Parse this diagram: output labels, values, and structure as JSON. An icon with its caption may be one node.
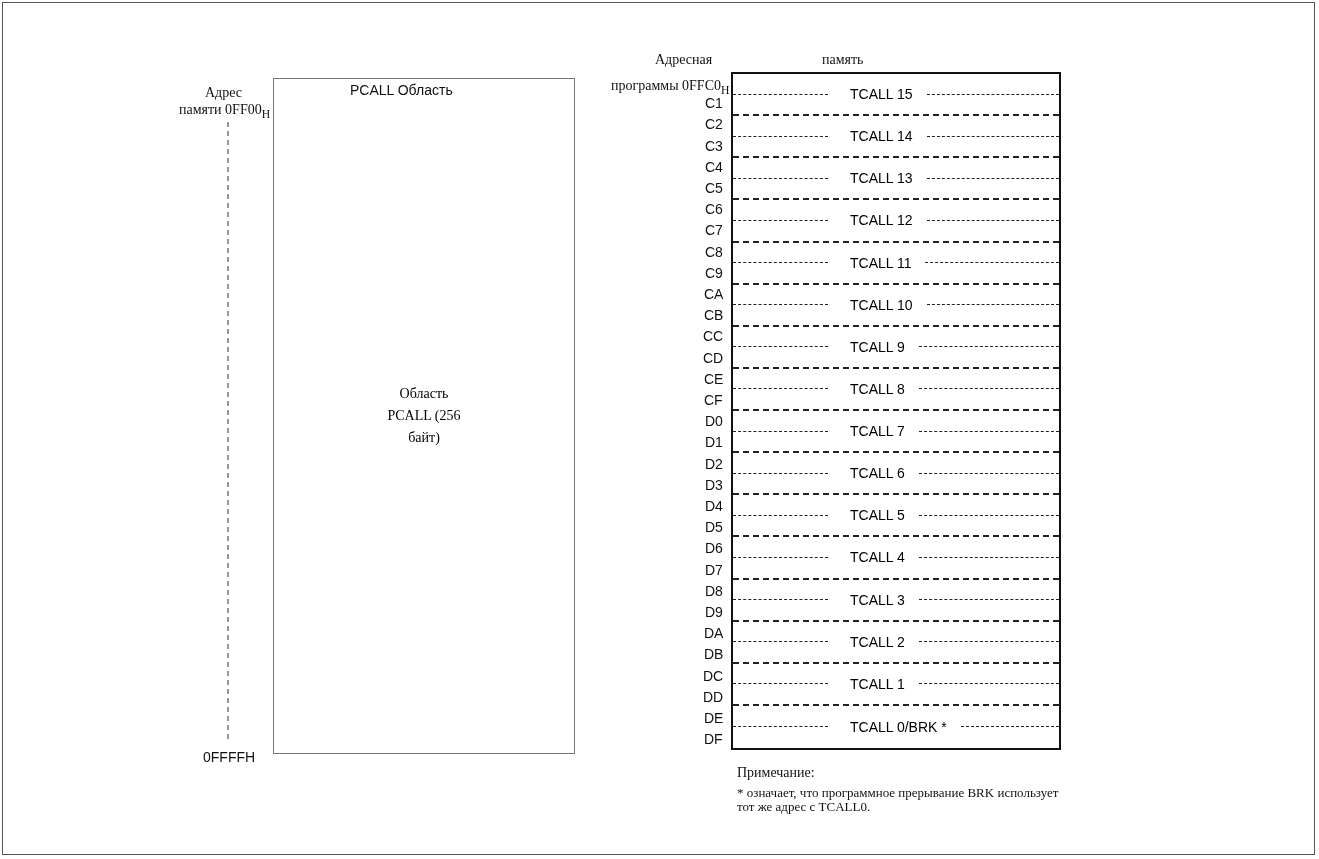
{
  "diagram": {
    "nodes": [
      {
        "text": [
          "Область PCALL (256 байт)"
        ]
      },
      {
        "text": [],
        "shape": "box"
      },
      {
        "text": [
          "TCALL 15"
        ],
        "in": 1
      },
      {
        "text": [
          "TCALL 14"
        ],
        "in": 1
      },
      {
        "text": [
          "TCALL 13"
        ],
        "in": 1
      },
      {
        "text": [
          "TCALL 12"
        ],
        "in": 1
      },
      {
        "text": [
          "TCALL 11"
        ],
        "in": 1
      },
      {
        "text": [
          "TCALL 10"
        ],
        "in": 1
      },
      {
        "text": [
          "TCALL 9"
        ],
        "in": 1
      },
      {
        "text": [
          "TCALL 8"
        ],
        "in": 1
      },
      {
        "text": [
          "TCALL 7"
        ],
        "in": 1
      },
      {
        "text": [
          "TCALL 6"
        ],
        "in": 1
      },
      {
        "text": [
          "TCALL 5"
        ],
        "in": 1
      },
      {
        "text": [
          "TCALL 4"
        ],
        "in": 1
      },
      {
        "text": [
          "TCALL 3"
        ],
        "in": 1
      },
      {
        "text": [
          "TCALL 2"
        ],
        "in": 1
      },
      {
        "text": [
          "TCALL 1"
        ],
        "in": 1
      },
      {
        "text": [
          "TCALL 0/BRK *"
        ],
        "in": 1
      }
    ],
    "edges": [],
    "labels": [
      "Адрес",
      "PCALL Область",
      "Адресная",
      "память",
      "памяти 0FF00$_{H}$",
      "программы 0FFC0$_{H}$",
      "C1",
      "C2",
      "C3",
      "C4",
      "C5",
      "C6",
      "C7",
      "C8",
      "C9",
      "CA",
      "CB",
      "CC",
      "CD",
      "CE",
      "CF",
      "D0",
      "D1",
      "D2",
      "D3",
      "D4",
      "D5",
      "D6",
      "D7",
      "D8",
      "D9",
      "DA",
      "DB",
      "DC",
      "DD",
      "DE",
      "DF",
      "0FFFFH",
      "Примечание:",
      "* означает, что программное прерывание BRK использует тот же адрес с TCALL0."
    ]
  }
}
